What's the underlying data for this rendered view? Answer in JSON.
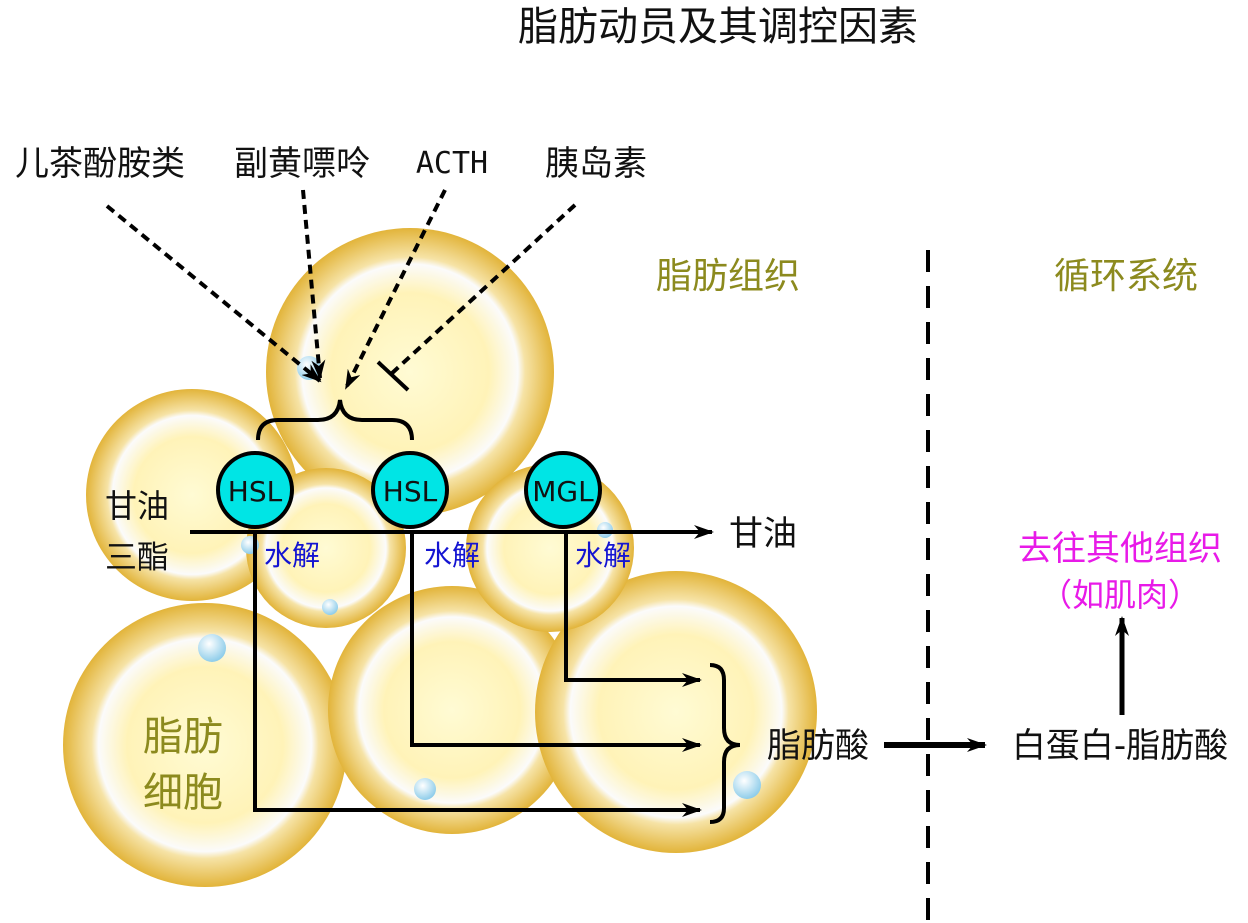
{
  "title": "脂肪动员及其调控因素",
  "regulators": {
    "catecholamine": "儿茶酚胺类",
    "adenosine": "副黄嘌呤",
    "acth": "ACTH",
    "insulin": "胰岛素"
  },
  "regions": {
    "adipose_tissue": "脂肪组织",
    "circulation": "循环系统"
  },
  "enzymes": {
    "hsl_1": "HSL",
    "hsl_2": "HSL",
    "mgl": "MGL"
  },
  "hydrolysis": {
    "h1": "水解",
    "h2": "水解",
    "h3": "水解"
  },
  "substrate": {
    "line1": "甘油",
    "line2": "三酯"
  },
  "products": {
    "glycerol": "甘油",
    "fatty_acid": "脂肪酸",
    "albumin_fa": "白蛋白-脂肪酸"
  },
  "destination": {
    "line1": "去往其他组织",
    "line2": "（如肌肉）"
  },
  "cell_label": {
    "line1": "脂肪",
    "line2": "细胞"
  },
  "colors": {
    "enzyme_fill": "#00e5e5",
    "cell_edge": "#e2b43a",
    "cell_center": "#fff8c8",
    "region_label": "#8c8a1e",
    "hydrolysis_label": "#1414d2",
    "destination_label": "#e81ae8"
  }
}
